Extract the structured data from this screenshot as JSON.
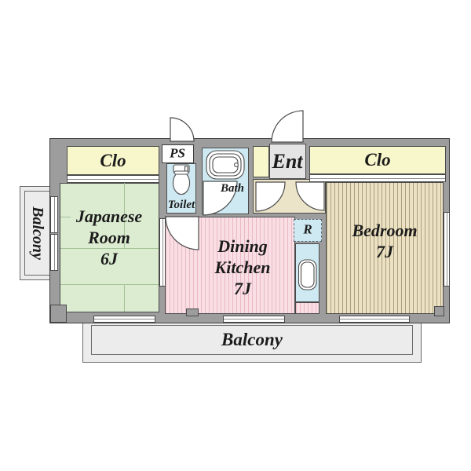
{
  "title": "Apartment floor plan",
  "labels": {
    "closet_left": "Clo",
    "pipe_space": "PS",
    "toilet": "Toilet",
    "bath": "Bath",
    "entrance": "Ent",
    "closet_right": "Clo",
    "refrigerator": "R",
    "japanese_room": "Japanese\nRoom\n6J",
    "dining_kitchen": "Dining\nKitchen\n7J",
    "bedroom": "Bedroom\n7J",
    "balcony_left": "Balcony",
    "balcony_bottom": "Balcony"
  },
  "icons": [
    "bathtub-icon",
    "toilet-icon",
    "kitchen-sink-icon",
    "door-swing-icon",
    "window-icon",
    "sliding-door-icon"
  ],
  "colors": {
    "wall": "#9d9d9d",
    "closet_yellow": "#f8f6cb",
    "tatami_green": "#dcecd1",
    "dk_pink": "#f9dee3",
    "dk_stripe": "#eab9c6",
    "bedroom_tan": "#ece2c3",
    "bedroom_stripe": "#a99d7b",
    "wet_blue": "#cfe9f2",
    "entrance_gray": "#e4e4e4",
    "hall_beige": "#ece4c9",
    "balcony_gray": "#ececec",
    "text": "#1b1b1b"
  }
}
